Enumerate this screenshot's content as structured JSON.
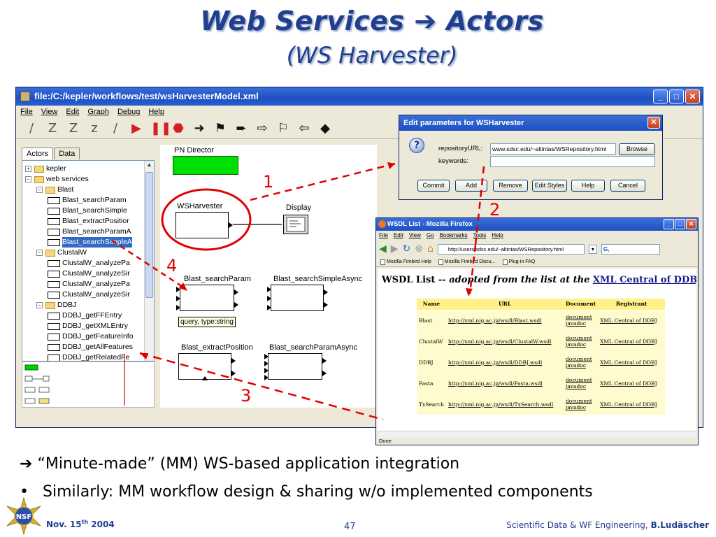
{
  "slide": {
    "title_left": "Web Services",
    "title_arrow": "➔",
    "title_right": "Actors",
    "subtitle": "(WS Harvester)",
    "callouts": [
      "1",
      "2",
      "3",
      "4"
    ],
    "bullets": [
      {
        "marker": "➔",
        "text": "“Minute-made” (MM) WS-based application integration"
      },
      {
        "marker": "•",
        "text": "Similarly: MM workflow design & sharing w/o implemented components"
      }
    ],
    "footer_date_prefix": "Nov. 15",
    "footer_date_sup": "th",
    "footer_date_suffix": " 2004",
    "page_number": "47",
    "footer_right_text": "Scientific Data & WF Engineering, ",
    "footer_author": "B.Ludäscher",
    "logo_text": "NSF"
  },
  "kepler": {
    "title": "file:/C:/kepler/workflows/test/wsHarvesterModel.xml",
    "menu": [
      "File",
      "View",
      "Edit",
      "Graph",
      "Debug",
      "Help"
    ],
    "window_buttons": [
      "_",
      "□",
      "✕"
    ],
    "toolbar_icons": [
      {
        "name": "zoom-reset-icon",
        "glyph": "/",
        "color": "gray"
      },
      {
        "name": "zoom-in-icon",
        "glyph": "Z",
        "color": "gray"
      },
      {
        "name": "zoom-fit-icon",
        "glyph": "Z",
        "color": "gray"
      },
      {
        "name": "zoom-out-icon",
        "glyph": "z",
        "color": "gray"
      },
      {
        "name": "zoom-slash-icon",
        "glyph": "/",
        "color": "gray"
      },
      {
        "name": "run-icon",
        "glyph": "▶",
        "color": "red"
      },
      {
        "name": "pause-icon",
        "glyph": "❚❚",
        "color": "red"
      },
      {
        "name": "stop-icon",
        "glyph": "⬣",
        "color": "red"
      },
      {
        "name": "arrow-right-icon",
        "glyph": "➜",
        "color": "black"
      },
      {
        "name": "flag-icon",
        "glyph": "⚑",
        "color": "black"
      },
      {
        "name": "arrow-double-icon",
        "glyph": "➨",
        "color": "black"
      },
      {
        "name": "outline-arrow-icon",
        "glyph": "⇨",
        "color": "black"
      },
      {
        "name": "outline-flag-icon",
        "glyph": "⚐",
        "color": "black"
      },
      {
        "name": "outline-arrow2-icon",
        "glyph": "⇦",
        "color": "black"
      },
      {
        "name": "diamond-icon",
        "glyph": "◆",
        "color": "black"
      }
    ],
    "tabs": [
      "Actors",
      "Data"
    ],
    "tree": [
      {
        "label": "kepler",
        "level": 0,
        "kind": "folder",
        "exp": "+"
      },
      {
        "label": "web services",
        "level": 0,
        "kind": "folder",
        "exp": "−"
      },
      {
        "label": "Blast",
        "level": 1,
        "kind": "folder",
        "exp": "−"
      },
      {
        "label": "Blast_searchParam",
        "level": 2,
        "kind": "leaf"
      },
      {
        "label": "Blast_searchSimple",
        "level": 2,
        "kind": "leaf"
      },
      {
        "label": "Blast_extractPositior",
        "level": 2,
        "kind": "leaf"
      },
      {
        "label": "Blast_searchParamA",
        "level": 2,
        "kind": "leaf"
      },
      {
        "label": "Blast_searchSimpleA",
        "level": 2,
        "kind": "leaf",
        "selected": true
      },
      {
        "label": "ClustalW",
        "level": 1,
        "kind": "folder",
        "exp": "−"
      },
      {
        "label": "ClustalW_analyzePa",
        "level": 2,
        "kind": "leaf"
      },
      {
        "label": "ClustalW_analyzeSir",
        "level": 2,
        "kind": "leaf"
      },
      {
        "label": "ClustalW_analyzePa",
        "level": 2,
        "kind": "leaf"
      },
      {
        "label": "ClustalW_analyzeSir",
        "level": 2,
        "kind": "leaf"
      },
      {
        "label": "DDBJ",
        "level": 1,
        "kind": "folder",
        "exp": "−"
      },
      {
        "label": "DDBJ_getFFEntry",
        "level": 2,
        "kind": "leaf"
      },
      {
        "label": "DDBJ_getXMLEntry",
        "level": 2,
        "kind": "leaf"
      },
      {
        "label": "DDBJ_getFeatureInfo",
        "level": 2,
        "kind": "leaf"
      },
      {
        "label": "DDBJ_getAllFeatures",
        "level": 2,
        "kind": "leaf"
      },
      {
        "label": "DDBJ_getRelatedFe",
        "level": 2,
        "kind": "leaf"
      }
    ],
    "canvas": {
      "director": "PN Director",
      "wsharvester": "WSHarvester",
      "display": "Display",
      "blast_search_param": "Blast_searchParam",
      "blast_search_simple_async": "Blast_searchSimpleAsync",
      "tooltip": "query, type:string",
      "blast_extract_position": "Blast_extractPosition",
      "blast_search_param_async": "Blast_searchParamAsync"
    }
  },
  "dialog": {
    "title": "Edit parameters for WSHarvester",
    "close": "✕",
    "repository_label": "repositoryURL:",
    "repository_value": "www.sdsc.edu/~altintas/WSRepository.html",
    "keywords_label": "keywords:",
    "keywords_value": "",
    "browse": "Browse",
    "buttons": [
      "Commit",
      "Add",
      "Remove",
      "Edit Styles",
      "Help",
      "Cancel"
    ]
  },
  "firefox": {
    "title": "WSDL List - Mozilla Firefox",
    "window_buttons": [
      "_",
      "□",
      "✕"
    ],
    "menu": [
      "File",
      "Edit",
      "View",
      "Go",
      "Bookmarks",
      "Tools",
      "Help"
    ],
    "url": "http://users.sdsc.edu/~altintas/WSRepository.html",
    "search_glyph": "G,",
    "bookmarks": [
      "Mozilla Firebird Help",
      "Mozilla Firebird Discu...",
      "Plug-in FAQ"
    ],
    "heading_plain": "WSDL List -- ",
    "heading_italic": "adopted from the list at the ",
    "heading_link": "XML Central of DDBJ",
    "table_headers": [
      "Name",
      "URL",
      "Document",
      "Registrant"
    ],
    "rows": [
      {
        "name": "Blast",
        "url": "http://xml.nig.ac.jp/wsdl/Blast.wsdl",
        "doc1": "document",
        "doc2": "javadoc",
        "registrant": "XML Central of DDBJ"
      },
      {
        "name": "ClustalW",
        "url": "http://xml.nig.ac.jp/wsdl/ClustalW.wsdl",
        "doc1": "document",
        "doc2": "javadoc",
        "registrant": "XML Central of DDBJ"
      },
      {
        "name": "DDBJ",
        "url": "http://xml.nig.ac.jp/wsdl/DDBJ.wsdl",
        "doc1": "document",
        "doc2": "javadoc",
        "registrant": "XML Central of DDBJ"
      },
      {
        "name": "Fasta",
        "url": "http://xml.nig.ac.jp/wsdl/Fasta.wsdl",
        "doc1": "document",
        "doc2": "javadoc",
        "registrant": "XML Central of DDBJ"
      },
      {
        "name": "TxSearch",
        "url": "http://xml.nig.ac.jp/wsdl/TxSearch.wsdl",
        "doc1": "document",
        "doc2": "javadoc",
        "registrant": "XML Central of DDBJ"
      }
    ],
    "status": "Done"
  }
}
